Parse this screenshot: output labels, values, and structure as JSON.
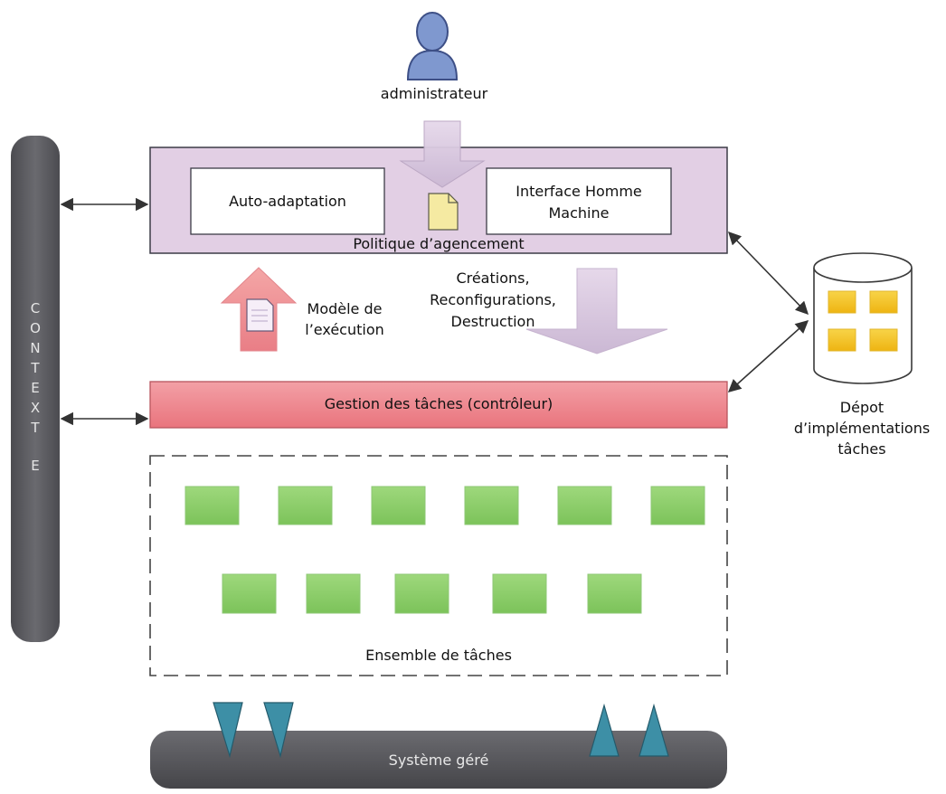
{
  "admin": {
    "label": "administrateur"
  },
  "contexte": {
    "letters": [
      "C",
      "O",
      "N",
      "T",
      "E",
      "X",
      "T",
      "E"
    ]
  },
  "policy": {
    "label": "Politique d’agencement",
    "auto_adaptation": "Auto-adaptation",
    "ihm_line1": "Interface Homme",
    "ihm_line2": "Machine"
  },
  "model": {
    "line1": "Modèle de",
    "line2": "l’exécution"
  },
  "actions": {
    "line1": "Créations,",
    "line2": "Reconfigurations,",
    "line3": "Destruction"
  },
  "controller": {
    "label": "Gestion des tâches (contrôleur)"
  },
  "repository": {
    "line1": "Dépot",
    "line2": "d’implémentations",
    "line3": "tâches"
  },
  "tasks": {
    "label": "Ensemble de tâches",
    "row1_count": 6,
    "row2_count": 5
  },
  "managed_system": {
    "label": "Système géré"
  },
  "colors": {
    "policy_fill": "#e2cfe4",
    "controller_fill": "#f08890",
    "task_fill": "#8cce6a",
    "context_fill": "#5a5a5e",
    "sensor_fill": "#3d8fa6",
    "repo_block": "#f3c322",
    "admin_fill": "#7f98cf"
  }
}
